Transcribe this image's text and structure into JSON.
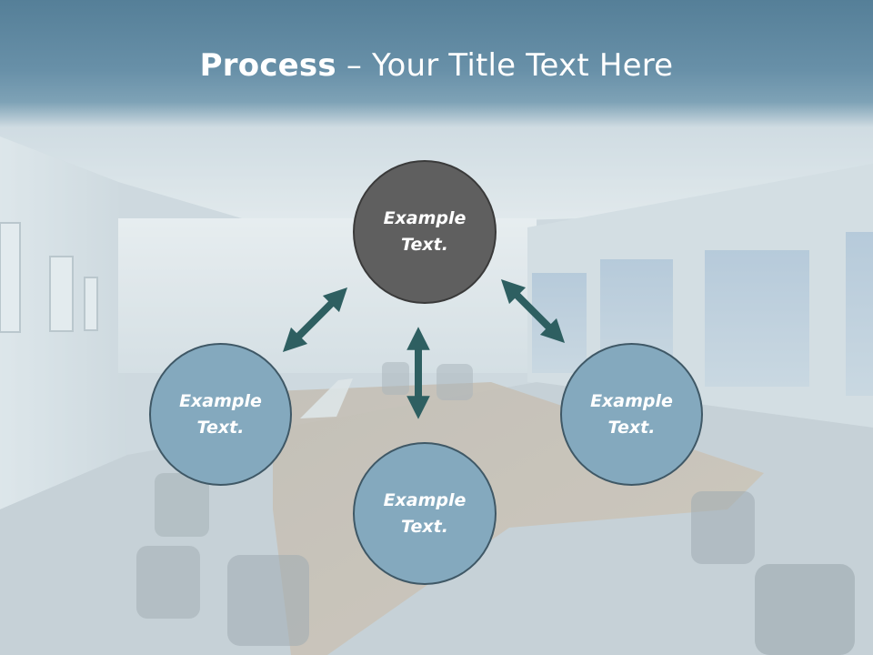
{
  "slide": {
    "title_bold": "Process",
    "title_dash": " – ",
    "title_rest": "Your Title Text Here"
  },
  "nodes": {
    "top": {
      "line1": "Example",
      "line2": "Text."
    },
    "left": {
      "line1": "Example",
      "line2": "Text."
    },
    "right": {
      "line1": "Example",
      "line2": "Text."
    },
    "bottom": {
      "line1": "Example",
      "line2": "Text."
    }
  },
  "colors": {
    "title_band": "#557f98",
    "center_node": "#5f5f5f",
    "outer_node": "#84a9be",
    "arrow": "#2e5f61"
  },
  "background": {
    "scene": "conference-room-photo"
  }
}
